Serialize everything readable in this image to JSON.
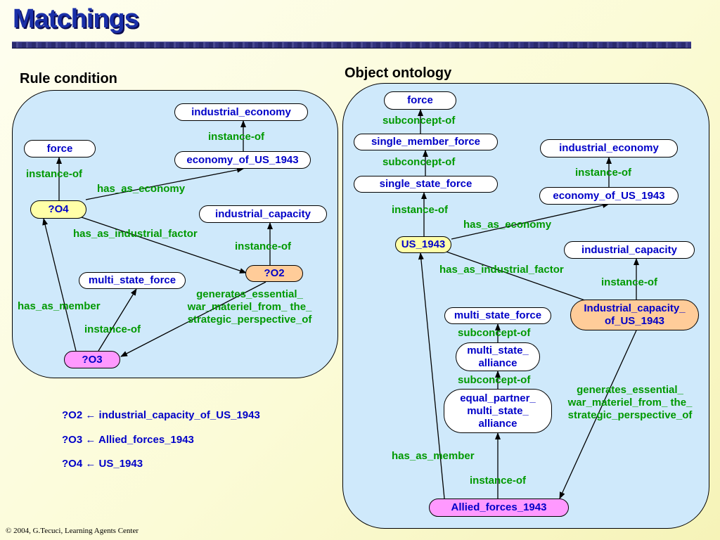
{
  "title": "Matchings",
  "rule_condition": {
    "heading": "Rule condition",
    "nodes": {
      "industrial_economy": "industrial_economy",
      "economy_of_us_1943": "economy_of_US_1943",
      "force": "force",
      "o4": "?O4",
      "industrial_capacity": "industrial_capacity",
      "o2": "?O2",
      "multi_state_force": "multi_state_force",
      "o3": "?O3"
    },
    "edges": {
      "instance_of_economy": "instance-of",
      "instance_of_force": "instance-of",
      "has_as_economy": "has_as_economy",
      "has_as_industrial_factor": "has_as_industrial_factor",
      "instance_of_capacity": "instance-of",
      "has_as_member": "has_as_member",
      "instance_of_multi": "instance-of",
      "generates_line1": "generates_essential_",
      "generates_line2": "war_materiel_from_ the_",
      "generates_line3": "strategic_perspective_of"
    }
  },
  "object_ontology": {
    "heading": "Object ontology",
    "nodes": {
      "force": "force",
      "single_member_force": "single_member_force",
      "single_state_force": "single_state_force",
      "industrial_economy": "industrial_economy",
      "economy_of_us_1943": "economy_of_US_1943",
      "us_1943": "US_1943",
      "industrial_capacity": "industrial_capacity",
      "industrial_capacity_of_us_line1": "Industrial_capacity_",
      "industrial_capacity_of_us_line2": "of_US_1943",
      "multi_state_force": "multi_state_force",
      "multi_state_alliance_line1": "multi_state_",
      "multi_state_alliance_line2": "alliance",
      "equal_partner_line1": "equal_partner_",
      "equal_partner_line2": "multi_state_",
      "equal_partner_line3": "alliance",
      "allied_forces_1943": "Allied_forces_1943"
    },
    "edges": {
      "subconcept_of_1": "subconcept-of",
      "subconcept_of_2": "subconcept-of",
      "instance_of_economy": "instance-of",
      "instance_of_state": "instance-of",
      "has_as_economy": "has_as_economy",
      "has_as_industrial_factor": "has_as_industrial_factor",
      "instance_of_capacity": "instance-of",
      "subconcept_of_3": "subconcept-of",
      "subconcept_of_4": "subconcept-of",
      "generates_line1": "generates_essential_",
      "generates_line2": "war_materiel_from_ the_",
      "generates_line3": "strategic_perspective_of",
      "has_as_member": "has_as_member",
      "instance_of_allied": "instance-of"
    }
  },
  "bindings": [
    {
      "variable": "?O2",
      "arrow": "←",
      "value": "industrial_capacity_of_US_1943"
    },
    {
      "variable": "?O3",
      "arrow": "←",
      "value": "Allied_forces_1943"
    },
    {
      "variable": "?O4",
      "arrow": "←",
      "value": "US_1943"
    }
  ],
  "footer": "© 2004, G.Tecuci, Learning Agents Center",
  "colors": {
    "title": "#1a2fa8",
    "panel": "#cfe9fb",
    "node_text": "#0000c8",
    "edge_label": "#009900",
    "var_node": "#ffffa8",
    "capacity_node": "#ffcc99",
    "member_node": "#ff99ff"
  }
}
